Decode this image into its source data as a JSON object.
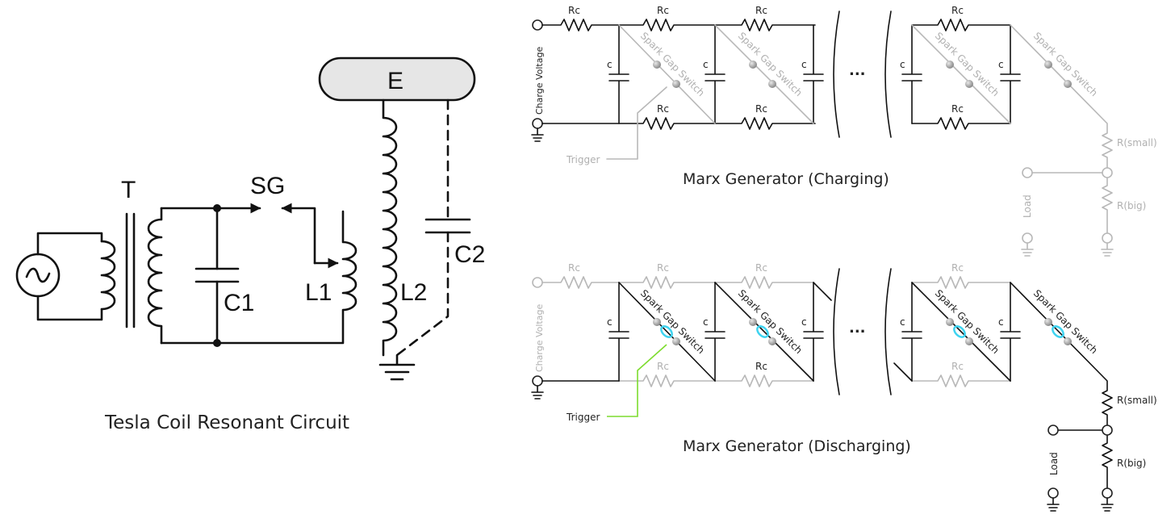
{
  "tesla": {
    "caption": "Tesla Coil Resonant Circuit",
    "labels": {
      "transformer": "T",
      "spark_gap": "SG",
      "terminal": "E",
      "c1": "C1",
      "c2": "C2",
      "l1": "L1",
      "l2": "L2"
    }
  },
  "marx_charging": {
    "caption": "Marx Generator (Charging)",
    "rc": "Rc",
    "cap": "c",
    "switch": "Spark Gap Switch",
    "charge_voltage": "Charge Voltage",
    "trigger": "Trigger",
    "r_small": "R(small)",
    "r_big": "R(big)",
    "load": "Load",
    "ellipsis": "..."
  },
  "marx_discharging": {
    "caption": "Marx Generator (Discharging)",
    "rc": "Rc",
    "cap": "c",
    "switch": "Spark Gap Switch",
    "charge_voltage": "Charge Voltage",
    "trigger": "Trigger",
    "r_small": "R(small)",
    "r_big": "R(big)",
    "load": "Load",
    "ellipsis": "..."
  },
  "colors": {
    "wire_active": "#111111",
    "wire_inactive": "#b8b8b8",
    "trigger_active": "#7ddc2e",
    "spark_glow": "#3fd3f0",
    "terminal_fill": "#e6e6e6"
  }
}
